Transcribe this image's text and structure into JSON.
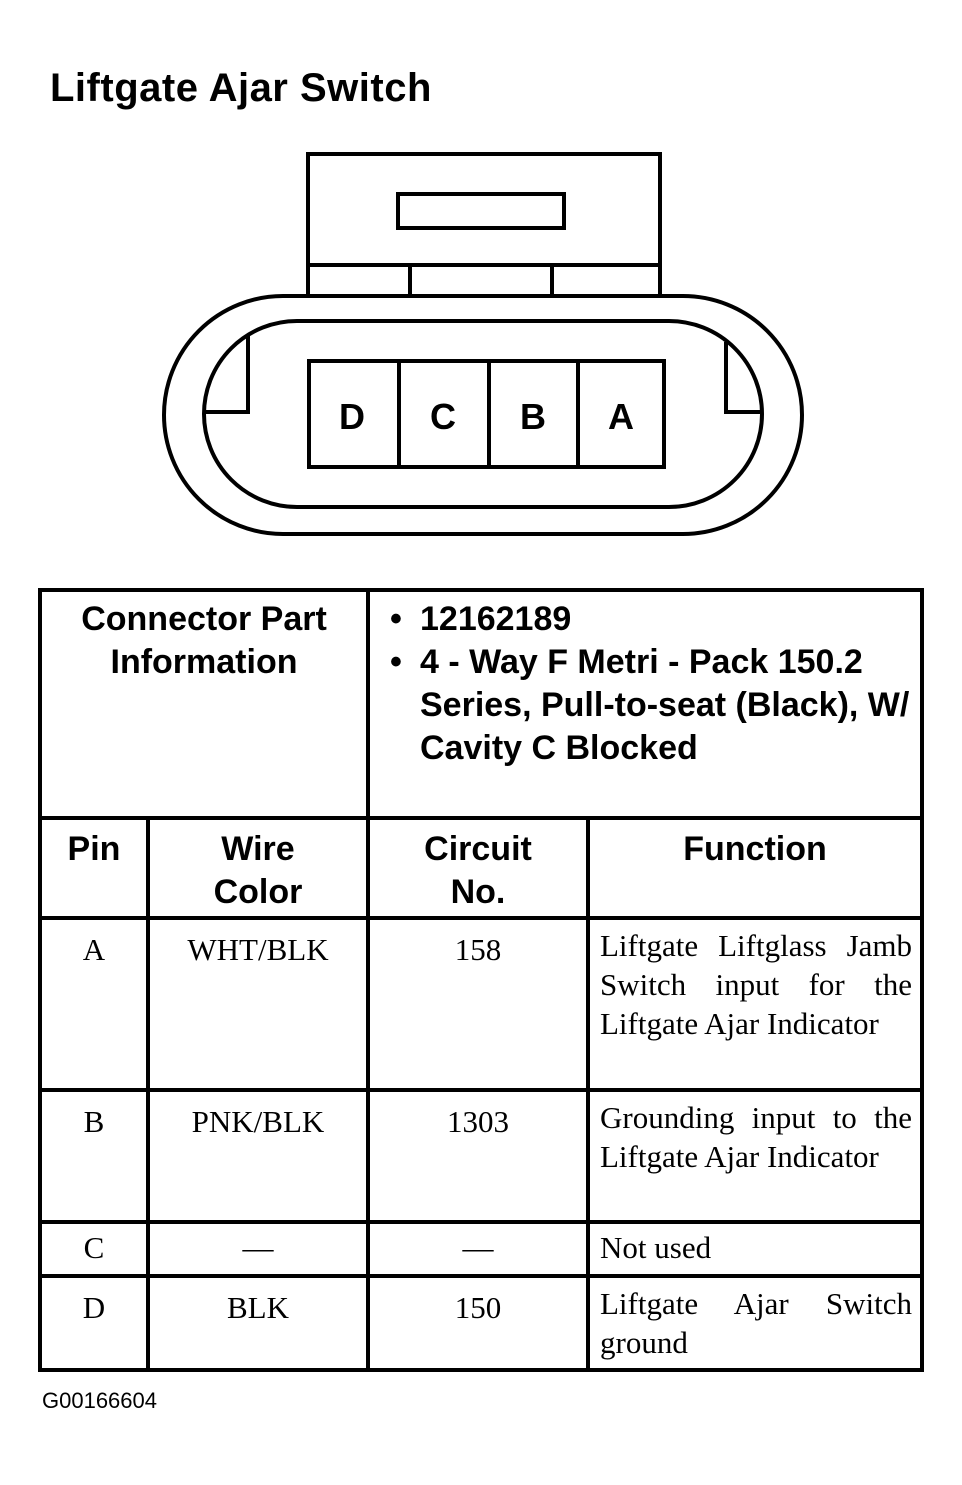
{
  "title": "Liftgate Ajar Switch",
  "connector": {
    "pins": [
      "D",
      "C",
      "B",
      "A"
    ]
  },
  "part_info": {
    "label": "Connector Part Information",
    "bullets": [
      "12162189",
      "4 - Way F Metri - Pack 150.2 Series, Pull-to-seat (Black), W/ Cavity C Blocked"
    ]
  },
  "table": {
    "headers": {
      "pin": "Pin",
      "wire_color": "Wire Color",
      "circuit": "Circuit No.",
      "function": "Function"
    },
    "rows": [
      {
        "pin": "A",
        "wire_color": "WHT/BLK",
        "circuit": "158",
        "function": "Liftgate Liftglass Jamb Switch input for the Liftgate Ajar Indicator"
      },
      {
        "pin": "B",
        "wire_color": "PNK/BLK",
        "circuit": "1303",
        "function": "Grounding input to the Liftgate Ajar Indicator"
      },
      {
        "pin": "C",
        "wire_color": "—",
        "circuit": "—",
        "function": "Not used"
      },
      {
        "pin": "D",
        "wire_color": "BLK",
        "circuit": "150",
        "function": "Liftgate Ajar Switch ground"
      }
    ]
  },
  "figure_code": "G00166604"
}
